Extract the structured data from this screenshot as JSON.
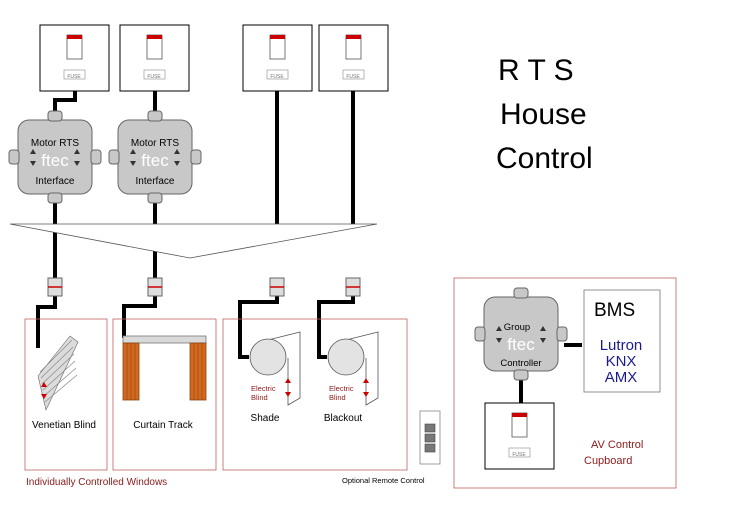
{
  "title": {
    "line1": "R T S",
    "line2": "House",
    "line3": "Control"
  },
  "fuse_label": "FUSE",
  "interface": {
    "line1": "Motor RTS",
    "brand": "ftec",
    "line3": "Interface"
  },
  "group_controller": {
    "line1": "Group",
    "brand": "ftec",
    "line3": "Controller"
  },
  "devices": {
    "venetian": "Venetian Blind",
    "curtain": "Curtain Track",
    "shade": "Shade",
    "blackout": "Blackout",
    "electric_blind": {
      "line1": "Electric",
      "line2": "Blind"
    }
  },
  "captions": {
    "windows": "Individually Controlled Windows",
    "remote": "Optional Remote Control",
    "av_line1": "AV Control",
    "av_line2": "Cupboard"
  },
  "bms": {
    "title": "BMS",
    "items": [
      "Lutron",
      "KNX",
      "AMX"
    ]
  },
  "colors": {
    "red_caption": "#8b1a1a",
    "navy": "#1b1b8f",
    "box_border": "#c06060",
    "wood": "#d2691e",
    "hub": "#c8c8c8"
  }
}
